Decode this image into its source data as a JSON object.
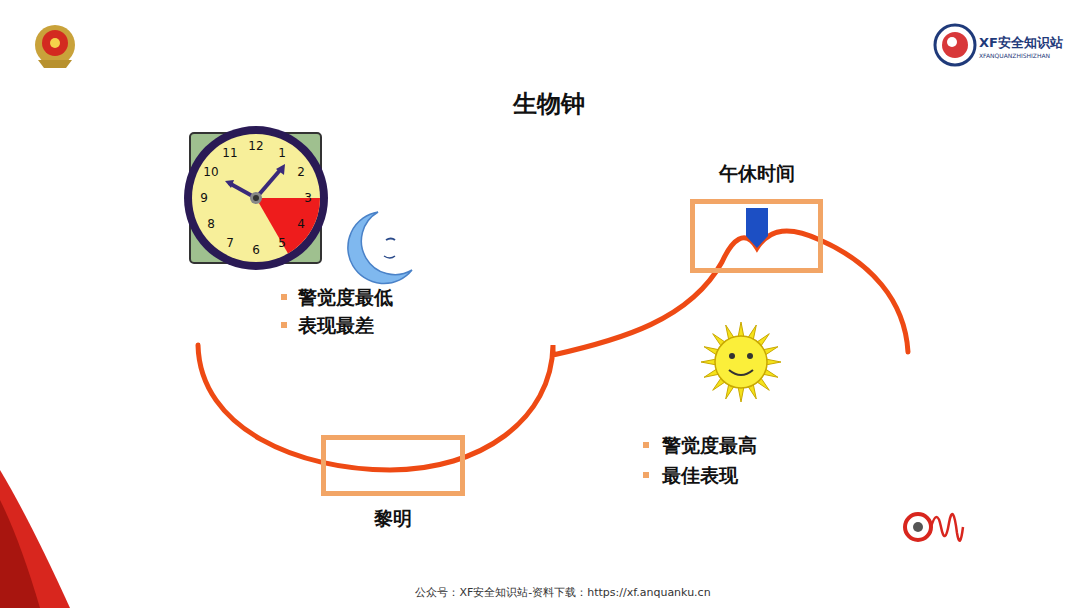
{
  "diagram": {
    "title": "生物钟",
    "nodes": [
      {
        "text": [
          "午休时间"
        ]
      },
      {
        "text": [
          "黎明"
        ]
      }
    ],
    "labels": [
      "警觉度最低",
      "表现最差",
      "警觉度最高",
      "最佳表现",
      "12",
      "1",
      "2",
      "3",
      "4",
      "5",
      "6",
      "7",
      "8",
      "9",
      "10",
      "11",
      "XF安全知识站",
      "XFANQUANZHISHIZHAN",
      "公众号：XF安全知识站-资料下载：https://xf.anquanku.cn"
    ]
  }
}
